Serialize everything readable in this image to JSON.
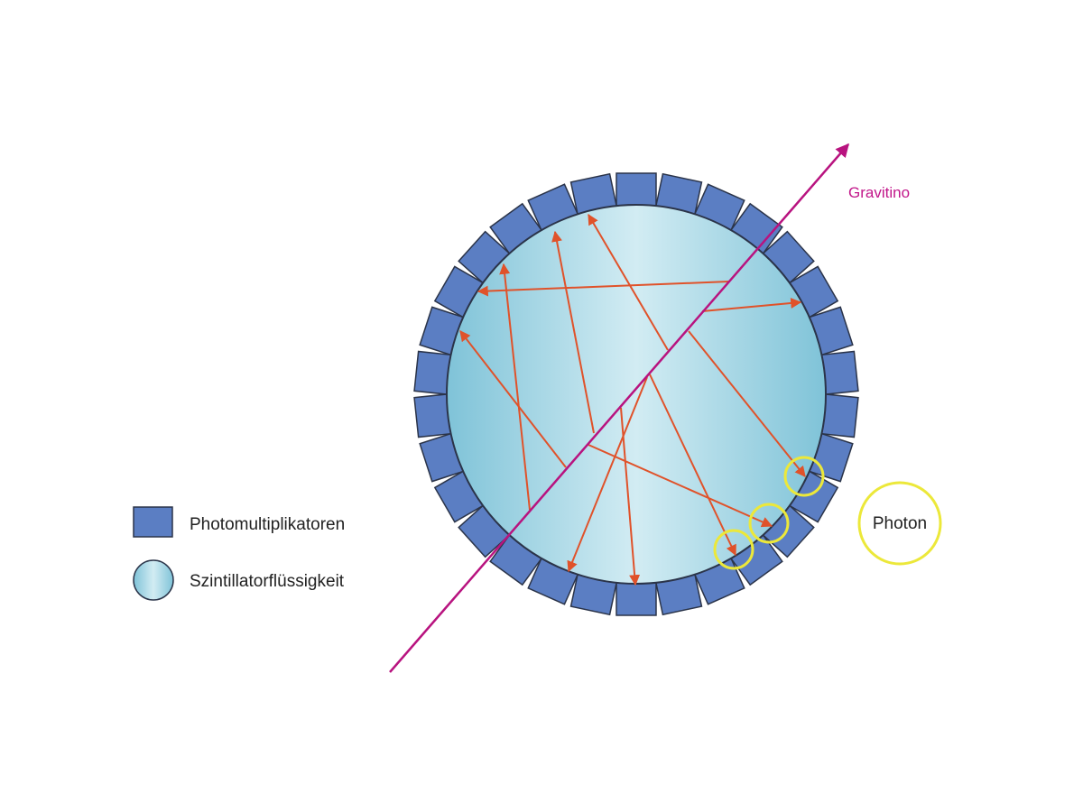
{
  "labels": {
    "gravitino": "Gravitino",
    "photon": "Photon"
  },
  "legend": {
    "pmt": "Photomultiplikatoren",
    "scintillator": "Szintillatorflüssigkeit"
  },
  "colors": {
    "pmt_fill": "#5b7ec3",
    "pmt_stroke": "#2b3449",
    "ray": "#e0522a",
    "gravitino": "#b8137f",
    "gravitino_text": "#c2178a",
    "photon_circle": "#ece83a",
    "liquid_edge": "#7fc3d8",
    "liquid_center": "#d2ecf3"
  },
  "detector": {
    "pmt_count": 30
  }
}
